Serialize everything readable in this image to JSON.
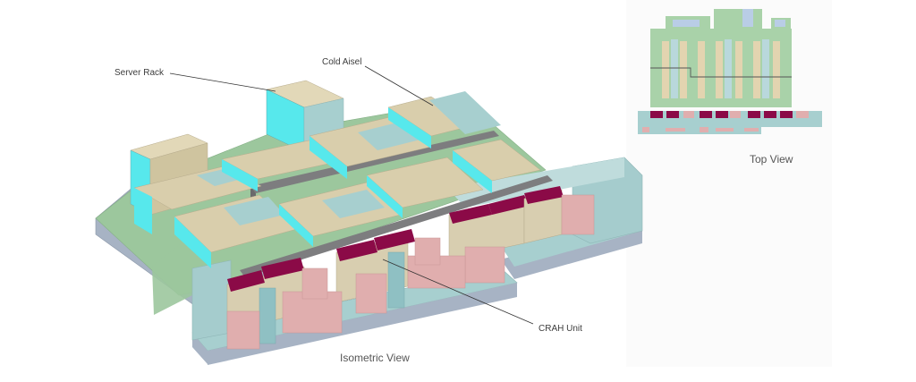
{
  "labels": {
    "server_rack": "Server Rack",
    "cold_aisle": "Cold Aisel",
    "crah_unit": "CRAH Unit",
    "isometric_view": "Isometric View",
    "top_view": "Top View"
  },
  "colors": {
    "floor_blue_gray": "#a7b3c4",
    "floor_green": "#9cc79d",
    "aisle_teal": "#a7cfcf",
    "rack_tan": "#d9ceac",
    "rack_face_cyan": "#57e8ec",
    "containment_gray": "#7d7d7f",
    "crah_top_magenta": "#8b0a47",
    "crah_body_tan": "#d8ceb0",
    "pink_box": "#e0aeae",
    "pipe_teal": "#8fc0c3",
    "wall_teal": "#a5cccd"
  }
}
